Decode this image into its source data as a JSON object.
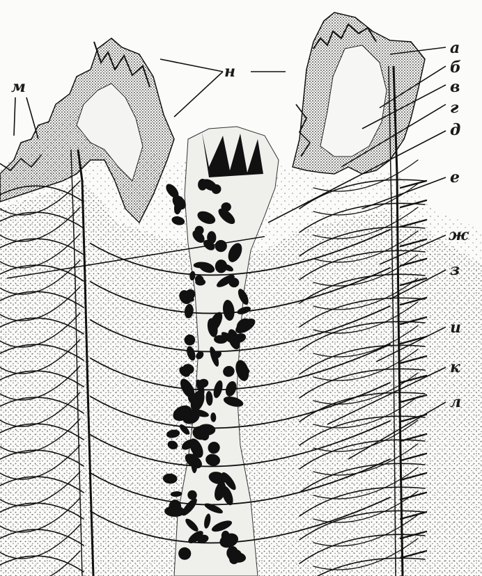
{
  "figure": {
    "labels": [
      {
        "id": "a",
        "text": "а"
      },
      {
        "id": "b",
        "text": "б"
      },
      {
        "id": "v",
        "text": "в"
      },
      {
        "id": "g",
        "text": "г"
      },
      {
        "id": "d",
        "text": "д"
      },
      {
        "id": "e",
        "text": "е"
      },
      {
        "id": "zh",
        "text": "ж"
      },
      {
        "id": "z",
        "text": "з"
      },
      {
        "id": "i",
        "text": "и"
      },
      {
        "id": "k",
        "text": "к"
      },
      {
        "id": "l",
        "text": "л"
      },
      {
        "id": "m",
        "text": "м"
      },
      {
        "id": "n",
        "text": "н"
      }
    ]
  },
  "colors": {
    "ink": "#111111",
    "stipple": "#5a5a5a",
    "paper": "#fbfbfa"
  }
}
